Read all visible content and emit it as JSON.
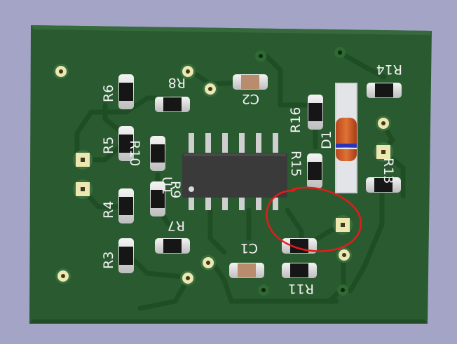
{
  "colors": {
    "background": "#a3a4c6",
    "board": "#2a5b30",
    "board_edge": "#1f4a24",
    "trace": "#1e4d23",
    "pad_silver": "#d9d9d9",
    "pad_gold": "#ece8b0",
    "silkscreen": "#f2f2f2",
    "ic_body": "#3a3a3a",
    "annotation_circle": "#e41b1b"
  },
  "labels": {
    "r6": "R6",
    "r8": "R8",
    "c2": "C2",
    "r16": "R16",
    "d1": "D1",
    "r14": "R14",
    "r5": "R5",
    "r10": "R10",
    "u1": "U1",
    "r9": "R9",
    "r15": "R15",
    "r13": "R13",
    "r4": "R4",
    "r7": "R7",
    "r3": "R3",
    "c1": "C1",
    "r11": "R11"
  }
}
